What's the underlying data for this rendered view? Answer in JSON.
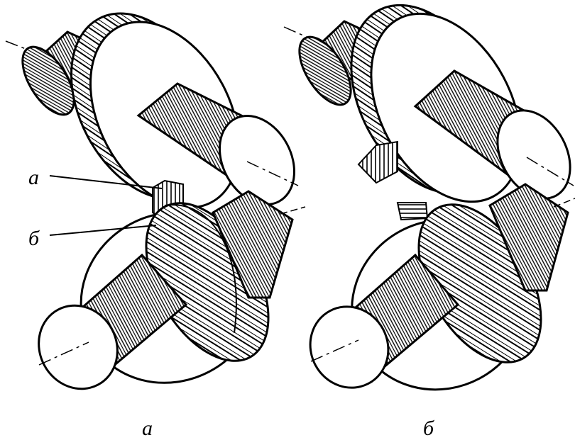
{
  "figure": {
    "labels": {
      "part_a": "а",
      "part_b": "б"
    },
    "captions": {
      "left": "а",
      "right": "б"
    }
  }
}
